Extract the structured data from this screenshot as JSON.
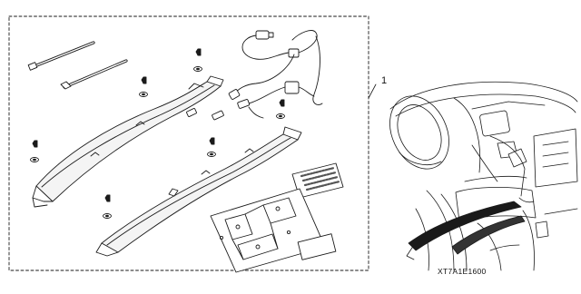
{
  "diagram": {
    "callout_number": "1",
    "part_code": "XT7A1E1600",
    "colors": {
      "ink": "#1a1a1a",
      "shade": "#9a9a9a",
      "fill": "#f4f4f4"
    },
    "components": [
      "dashed-kit-border",
      "cable-ties",
      "screws-and-washers",
      "wiring-harness",
      "left-rail",
      "right-rail",
      "small-grid-label",
      "mounting-template",
      "adhesive-pad",
      "vehicle-interior-view"
    ]
  }
}
